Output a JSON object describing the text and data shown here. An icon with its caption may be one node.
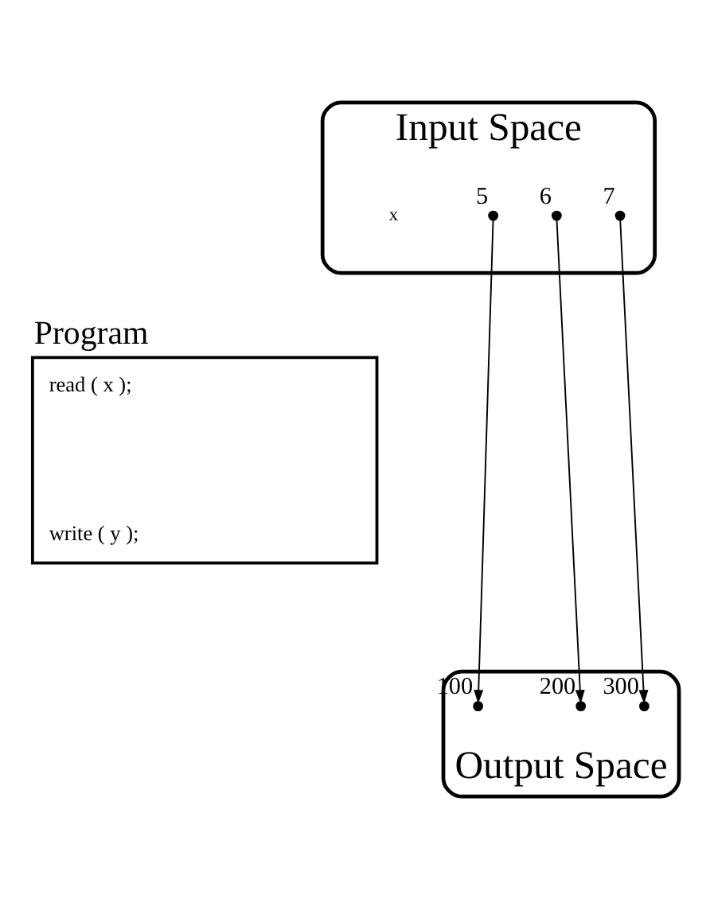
{
  "diagram": {
    "nodes": [
      {
        "text": [
          "Input Space"
        ]
      },
      {
        "text": [],
        "shape": "circle",
        "in": 0,
        "beside": [
          "5"
        ]
      },
      {
        "text": [],
        "shape": "circle",
        "in": 0,
        "beside": [
          "6"
        ]
      },
      {
        "text": [],
        "shape": "circle",
        "in": 0,
        "beside": [
          "7"
        ]
      },
      {
        "text": [
          "Program",
          "read ( x );",
          "write ( y );"
        ]
      },
      {
        "text": [
          "Output Space"
        ]
      },
      {
        "text": [],
        "shape": "circle",
        "in": 5,
        "beside": [
          "100"
        ]
      },
      {
        "text": [],
        "shape": "circle",
        "in": 5,
        "beside": [
          "200"
        ]
      },
      {
        "text": [],
        "shape": "circle",
        "in": 5,
        "beside": [
          "300"
        ]
      }
    ],
    "edges": [
      {
        "from": 1,
        "to": 6,
        "arrow": "to"
      },
      {
        "from": 2,
        "to": 7,
        "arrow": "to"
      },
      {
        "from": 3,
        "to": 8,
        "arrow": "to"
      }
    ],
    "labels": [
      "x"
    ]
  }
}
